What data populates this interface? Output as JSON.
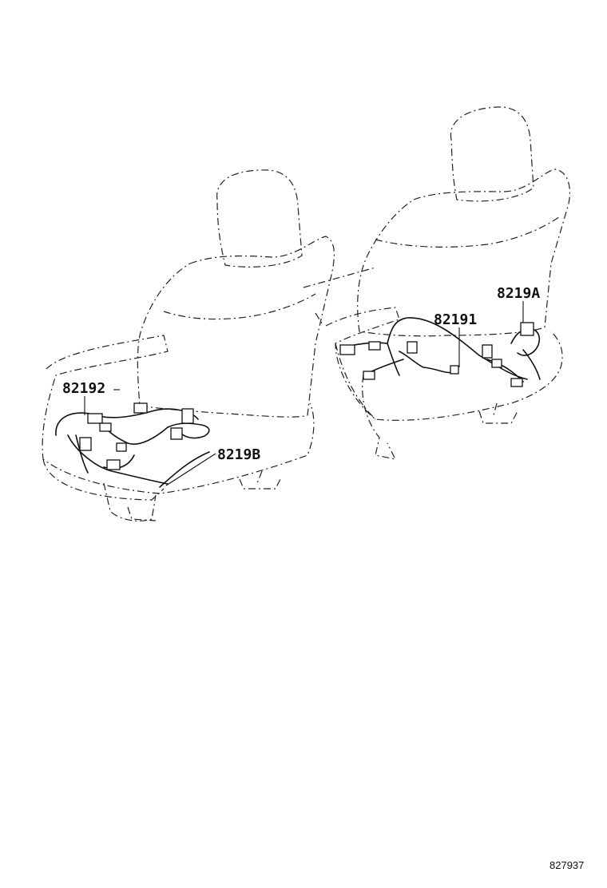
{
  "diagram": {
    "callouts": {
      "left_harness": "82192",
      "left_lower_harness": "8219B",
      "right_harness": "82191",
      "right_upper_harness": "8219A"
    },
    "figure_code": "827937"
  }
}
